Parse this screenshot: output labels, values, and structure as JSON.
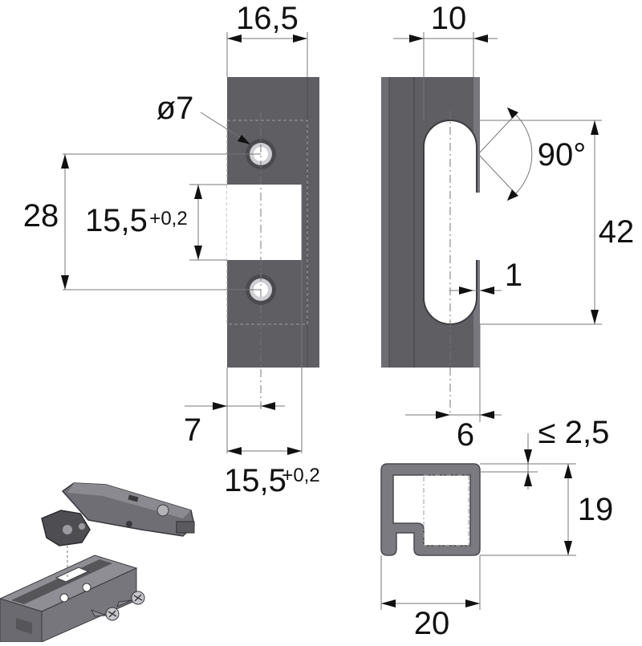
{
  "colors": {
    "profile_dark": "#5e5e63",
    "profile_mid": "#74747a",
    "profile_light": "#8c8c92",
    "dim_line": "#777777",
    "text": "#111111"
  },
  "front_view": {
    "width_label": "16,5",
    "hole_label": "ø7",
    "hole_spacing_label": "28",
    "cutout_height_label": "15,5",
    "cutout_height_tolerance": "+0,2",
    "hole_offset_label": "7",
    "cutout_width_label": "15,5",
    "cutout_width_tolerance": "+0,2"
  },
  "side_view": {
    "width_label": "10",
    "angle_label": "90°",
    "slot_length_label": "42",
    "wall_label": "1",
    "slot_offset_label": "6"
  },
  "section_view": {
    "lip_label": "≤ 2,5",
    "height_label": "19",
    "width_label": "20"
  },
  "illustration": {
    "hinge": "hinge-illustration",
    "profile": "profile-illustration",
    "screws": "screw-icon"
  }
}
